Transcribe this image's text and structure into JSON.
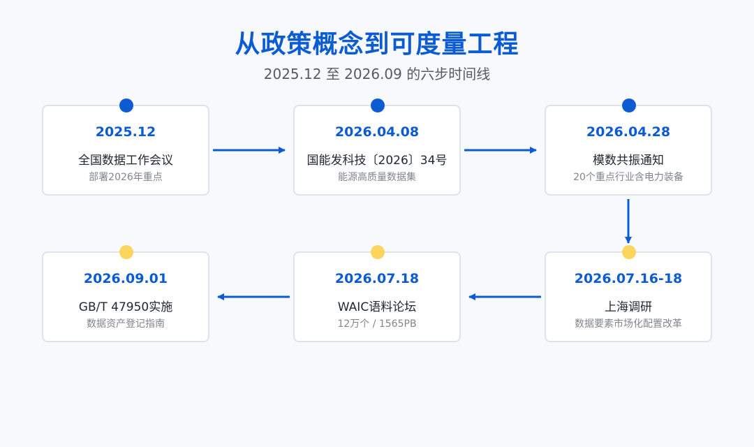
{
  "title": "从政策概念到可度量工程",
  "subtitle": "2025.12 至 2026.09 的六步时间线",
  "colors": {
    "accent": "#0b5bd3",
    "dot_past": "#0b5bd3",
    "dot_future": "#fcd55d"
  },
  "steps": [
    {
      "date": "2025.12",
      "name": "全国数据工作会议",
      "desc": "部署2026年重点",
      "dot": "blue"
    },
    {
      "date": "2026.04.08",
      "name": "国能发科技〔2026〕34号",
      "desc": "能源高质量数据集",
      "dot": "blue"
    },
    {
      "date": "2026.04.28",
      "name": "模数共振通知",
      "desc": "20个重点行业含电力装备",
      "dot": "blue"
    },
    {
      "date": "2026.07.16-18",
      "name": "上海调研",
      "desc": "数据要素市场化配置改革",
      "dot": "yellow"
    },
    {
      "date": "2026.07.18",
      "name": "WAIC语料论坛",
      "desc": "12万个 / 1565PB",
      "dot": "yellow"
    },
    {
      "date": "2026.09.01",
      "name": "GB/T 47950实施",
      "desc": "数据资产登记指南",
      "dot": "yellow"
    }
  ]
}
